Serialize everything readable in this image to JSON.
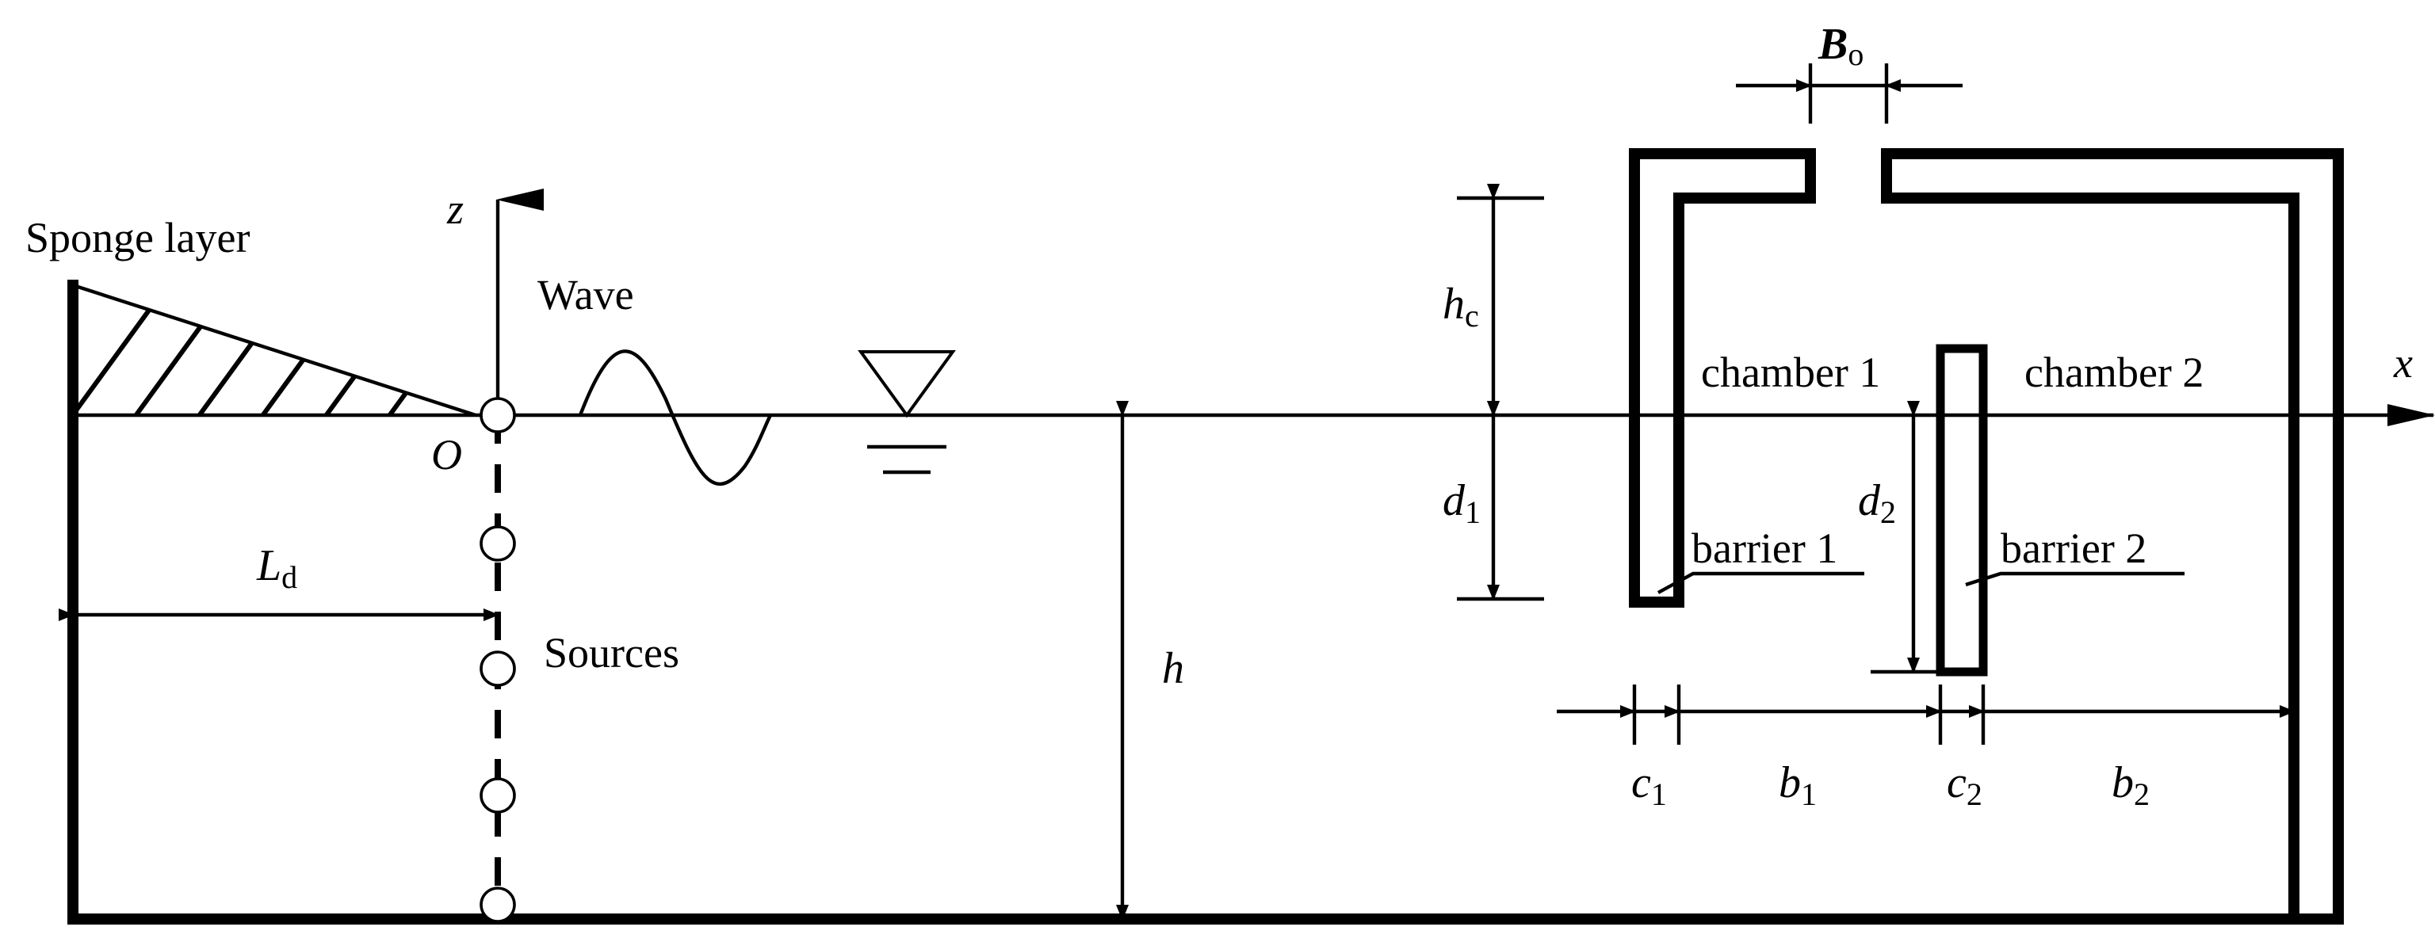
{
  "labels": {
    "sponge_layer": "Sponge layer",
    "wave": "Wave",
    "sources": "Sources",
    "chamber1": "chamber 1",
    "chamber2": "chamber 2",
    "barrier1": "barrier 1",
    "barrier2": "barrier 2",
    "origin": "O"
  },
  "axes": {
    "x": "x",
    "z": "z"
  },
  "dimensions": {
    "Ld": {
      "main": "L",
      "sub": "d"
    },
    "h": {
      "main": "h"
    },
    "hc": {
      "main": "h",
      "sub": "c"
    },
    "d1": {
      "main": "d",
      "sub": "1"
    },
    "d2": {
      "main": "d",
      "sub": "2"
    },
    "Bo": {
      "main": "B",
      "sub": "o"
    },
    "c1": {
      "main": "c",
      "sub": "1"
    },
    "b1": {
      "main": "b",
      "sub": "1"
    },
    "c2": {
      "main": "c",
      "sub": "2"
    },
    "b2": {
      "main": "b",
      "sub": "2"
    }
  },
  "icons": {
    "water_level": "water-level-icon",
    "source_point": "source-circle-icon",
    "hatch": "hatch-pattern"
  },
  "colors": {
    "ink": "#000000",
    "background": "#ffffff"
  }
}
